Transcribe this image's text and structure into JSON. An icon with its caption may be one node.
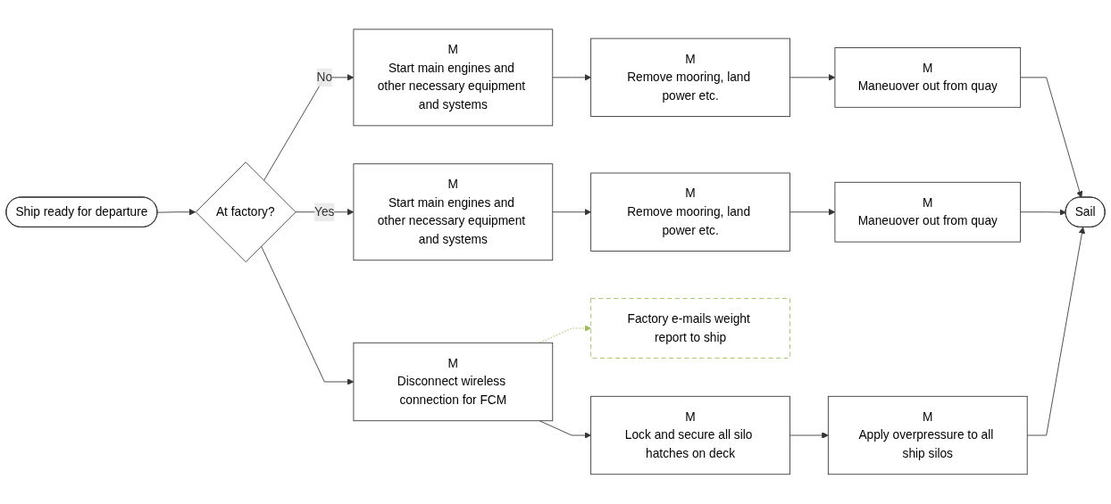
{
  "diagram": {
    "nodes": [
      {
        "text": [
          "Ship ready for departure"
        ]
      },
      {
        "text": [
          "Sail"
        ]
      },
      {
        "text": [
          "At factory?"
        ]
      },
      {
        "text": [
          "M",
          "Start main engines and other necessary equipment and systems"
        ]
      },
      {
        "text": [
          "M",
          "Remove mooring, land power etc."
        ]
      },
      {
        "text": [
          "M",
          "Maneuover out from quay"
        ]
      },
      {
        "text": [
          "M",
          "Start main engines and other necessary equipment and systems"
        ]
      },
      {
        "text": [
          "M",
          "Remove mooring, land power etc."
        ]
      },
      {
        "text": [
          "M",
          "Maneuover out from quay"
        ]
      },
      {
        "text": [
          "Factory e-mails weight report to ship"
        ]
      },
      {
        "text": [
          "M",
          "Disconnect wireless connection for FCM"
        ]
      },
      {
        "text": [
          "M",
          "Lock and secure all silo hatches on deck"
        ]
      },
      {
        "text": [
          "M",
          "Apply overpressure to all ship silos"
        ]
      }
    ],
    "edges": [
      {
        "from": 0,
        "to": 2,
        "arrow": "to"
      },
      {
        "from": 2,
        "to": 3,
        "arrow": "to",
        "label": "No"
      },
      {
        "from": 3,
        "to": 4,
        "arrow": "to"
      },
      {
        "from": 4,
        "to": 5,
        "arrow": "to"
      },
      {
        "from": 5,
        "to": 1,
        "arrow": "to"
      },
      {
        "from": 2,
        "to": 6,
        "arrow": "to",
        "label": "Yes"
      },
      {
        "from": 6,
        "to": 7,
        "arrow": "to"
      },
      {
        "from": 7,
        "to": 8,
        "arrow": "to"
      },
      {
        "from": 8,
        "to": 1,
        "arrow": "to"
      },
      {
        "from": 2,
        "to": 10,
        "arrow": "to"
      },
      {
        "from": 10,
        "to": 9,
        "arrow": "to",
        "style": "dashed",
        "color": "#9bbb59"
      },
      {
        "from": 10,
        "to": 11,
        "arrow": "to"
      },
      {
        "from": 11,
        "to": 12,
        "arrow": "to"
      },
      {
        "from": 12,
        "to": 1,
        "arrow": "to"
      }
    ]
  }
}
